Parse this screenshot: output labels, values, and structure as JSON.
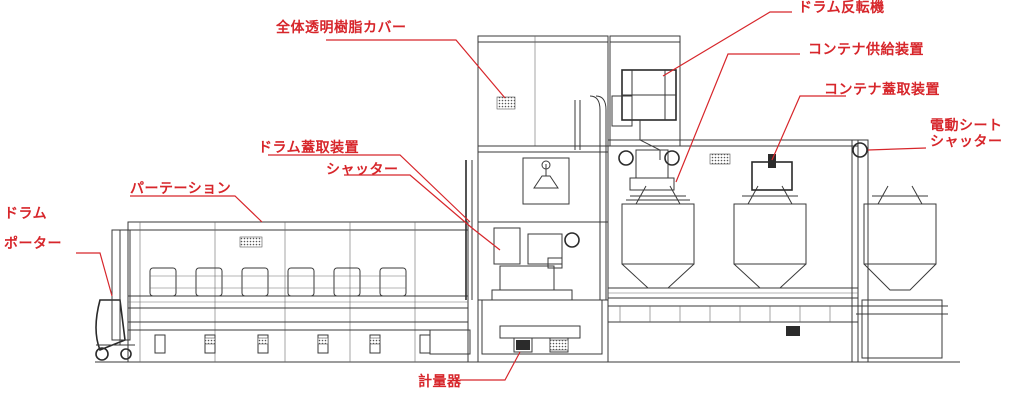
{
  "labels": {
    "drum_flipper": "ドラム反転機",
    "transparent_cover": "全体透明樹脂カバー",
    "container_supply": "コンテナ供給装置",
    "container_lid": "コンテナ蓋取装置",
    "electric_shutter_1": "電動シート",
    "electric_shutter_2": "シャッター",
    "drum_lid": "ドラム蓋取装置",
    "shutter": "シャッター",
    "partition": "パーテーション",
    "drum_porter_1": "ドラム",
    "drum_porter_2": "ポーター",
    "scale": "計量器"
  },
  "colors": {
    "label": "#d7262b",
    "line": "#3a3a3a"
  }
}
